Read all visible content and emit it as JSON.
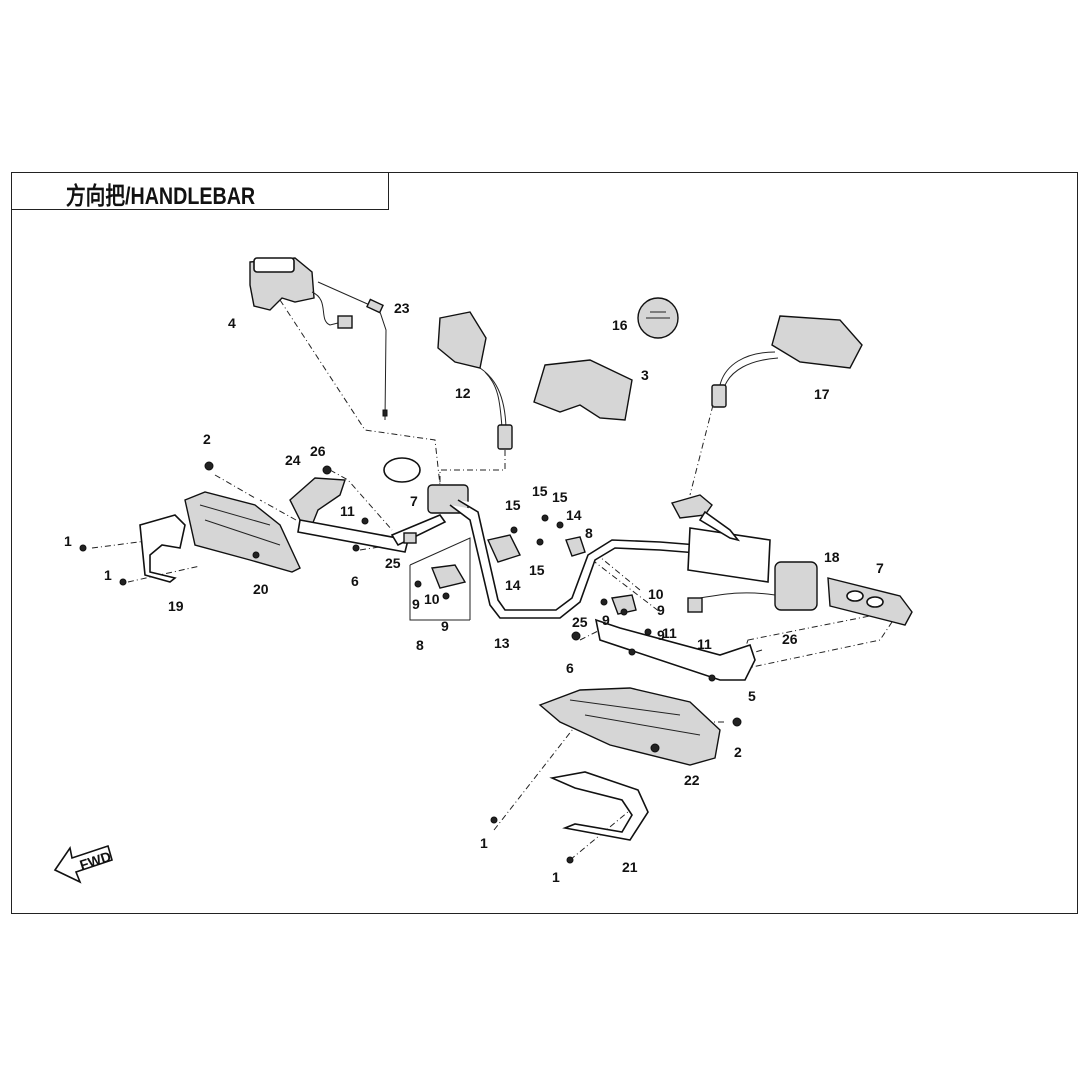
{
  "title": "方向把/HANDLEBAR",
  "fwd_label": "FWD",
  "callouts": {
    "c1a": "1",
    "c1b": "1",
    "c1c": "1",
    "c1d": "1",
    "c2a": "2",
    "c2b": "2",
    "c3": "3",
    "c4": "4",
    "c5": "5",
    "c6a": "6",
    "c6b": "6",
    "c7a": "7",
    "c7b": "7",
    "c8a": "8",
    "c8b": "8",
    "c9a": "9",
    "c9b": "9",
    "c9c": "9",
    "c9d": "9",
    "c9e": "9",
    "c10a": "10",
    "c10b": "10",
    "c11a": "11",
    "c11b": "11",
    "c11c": "11",
    "c12": "12",
    "c13": "13",
    "c14a": "14",
    "c14b": "14",
    "c15a": "15",
    "c15b": "15",
    "c15c": "15",
    "c15d": "15",
    "c16": "16",
    "c17": "17",
    "c18": "18",
    "c19": "19",
    "c20": "20",
    "c21": "21",
    "c22": "22",
    "c23": "23",
    "c24": "24",
    "c25a": "25",
    "c25b": "25",
    "c26a": "26",
    "c26b": "26"
  }
}
